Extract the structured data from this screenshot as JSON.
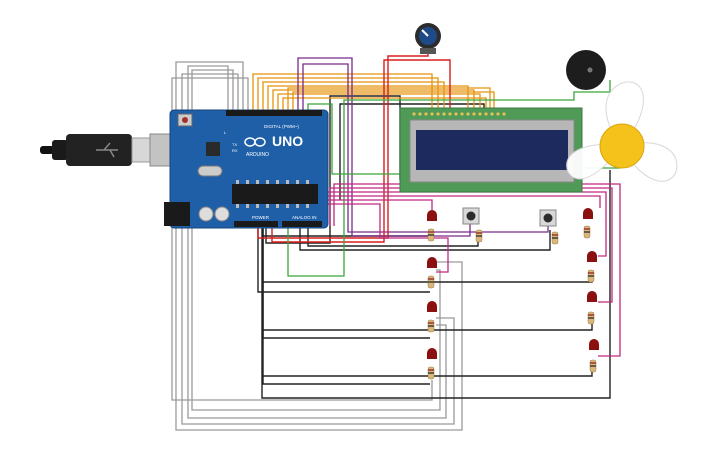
{
  "arduino": {
    "brand": "UNO",
    "model": "ARDUINO",
    "digital_label": "DIGITAL (PWM~)",
    "power_label": "POWER",
    "analog_label": "ANALOG IN",
    "tx_label": "TX",
    "rx_label": "RX",
    "l_label": "L"
  },
  "colors": {
    "board": "#1f5fa8",
    "wire_orange": "#e8920c",
    "wire_purple": "#7a2a8c",
    "wire_red": "#d81e1e",
    "wire_green": "#3aa53a",
    "wire_black": "#222222",
    "wire_gray": "#9a9a9a",
    "wire_magenta": "#c0287e",
    "lcd_pcb": "#4f9a57",
    "lcd_screen": "#1d2a5e",
    "led_red": "#8b1010",
    "fan_hub": "#f4c21a"
  },
  "components": {
    "usb_cable": "usb-plug",
    "potentiometer": "potentiometer",
    "buzzer": "piezo-buzzer",
    "lcd": "lcd-16x2",
    "dc_motor_fan": "dc-fan",
    "leds": 8,
    "pushbuttons": 2
  }
}
